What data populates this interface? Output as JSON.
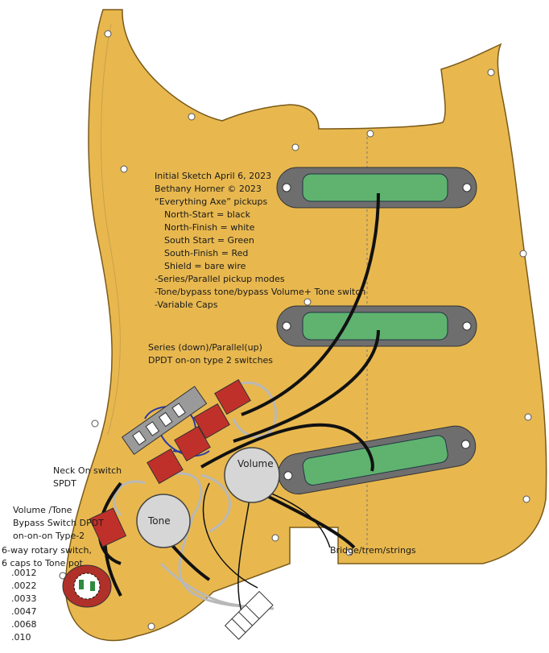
{
  "notes": {
    "title": "Initial Sketch April 6, 2023",
    "author": "Bethany Horner © 2023",
    "pickups": "“Everything Axe” pickups",
    "colors": [
      "North-Start = black",
      "North-Finish = white",
      "South Start = Green",
      "South-Finish = Red",
      "Shield = bare wire"
    ],
    "features": [
      "-Series/Parallel pickup modes",
      "-Tone/bypass tone/bypass Volume+ Tone switch",
      "-Variable Caps"
    ]
  },
  "labels": {
    "series_line1": "Series (down)/Parallel(up)",
    "series_line2": "DPDT on-on type 2 switches",
    "neck_line1": "Neck On switch",
    "neck_line2": "SPDT",
    "vt_line1": "Volume /Tone",
    "vt_line2": "Bypass Switch DPDT",
    "vt_line3": "on-on-on Type-2",
    "rotary_line1": "6-way rotary switch,",
    "rotary_line2": "6 caps to Tone pot",
    "bridge": "Bridge/trem/strings",
    "volume": "Volume",
    "tone": "Tone"
  },
  "capacitors": [
    ".0012",
    ".0022",
    ".0033",
    ".0047",
    ".0068",
    ".010"
  ],
  "colors": {
    "pickguard": "#e8b84f",
    "pickup_body": "#6e6e6e",
    "pickup_insert": "#5fb36f",
    "pot": "#d6d6d6",
    "switch_red": "#c0302a",
    "wire_black": "#111111",
    "wire_gray": "#b8b8b8",
    "wire_blue": "#2a3aa8"
  }
}
